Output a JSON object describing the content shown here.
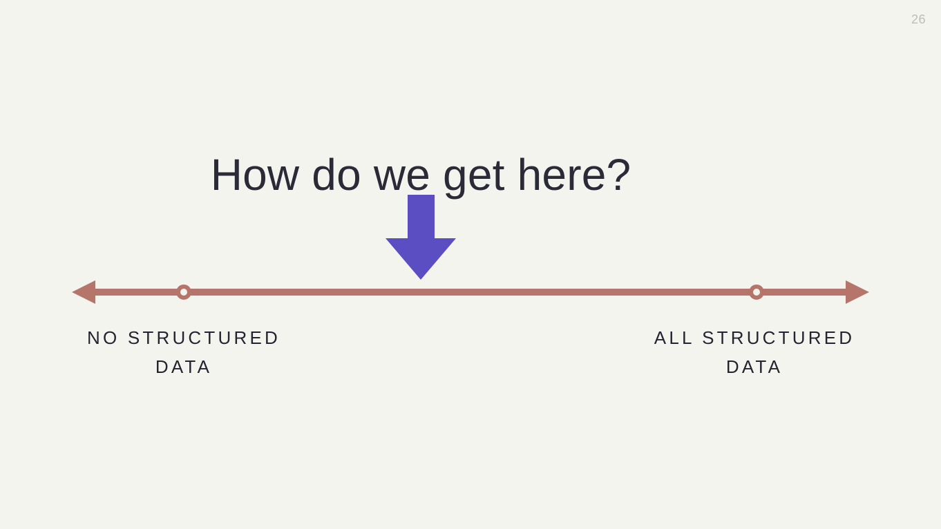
{
  "slide": {
    "page_number": "26",
    "title": "How do we get here?",
    "background_color": "#f4f4ef",
    "title_color": "#2b2b38",
    "page_number_color": "#bdbdb8"
  },
  "spectrum": {
    "axis_color": "#b5756a",
    "marker_fill_color": "#f4f4ef",
    "left_arrow_icon": "arrow-left-icon",
    "right_arrow_icon": "arrow-right-icon",
    "left_marker_icon": "ring-marker-icon",
    "right_marker_icon": "ring-marker-icon",
    "left_label": {
      "line1": "NO STRUCTURED",
      "line2": "DATA"
    },
    "right_label": {
      "line1": "ALL STRUCTURED",
      "line2": "DATA"
    }
  },
  "pointer": {
    "icon": "arrow-down-icon",
    "color": "#5b4ec2",
    "description": "Downward arrow pointing at the middle of the spectrum"
  }
}
